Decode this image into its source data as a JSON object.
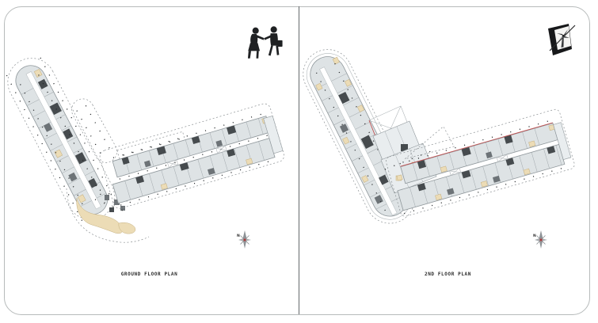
{
  "window": {
    "background": "#ffffff",
    "card_border": "#b7bbbb",
    "divider_color": "#65696b"
  },
  "colors": {
    "plan_fill": "#dee3e5",
    "plan_fill_light": "#e9edef",
    "plan_stroke": "#8f979b",
    "dashed_stroke": "#8b9093",
    "core_dark": "#464b4e",
    "core_mid": "#6d7377",
    "beige_fill": "#ecdcb6",
    "beige_stroke": "#c5b080",
    "dot_color": "#26292b",
    "red_accent": "#c24646",
    "icon_black": "#1f2123",
    "caption_color": "#2b2b2b",
    "compass_gray": "#8d9296",
    "compass_red": "#a43c3c",
    "background": "#ffffff",
    "card_border": "#b7bbbb",
    "divider_color": "#65696b"
  },
  "panels": [
    {
      "id": "ground-floor",
      "caption": "GROUND FLOOR PLAN",
      "corner_icon": "two-people-icon",
      "compass_label": "N"
    },
    {
      "id": "second-floor",
      "caption": "2ND FLOOR PLAN",
      "corner_icon": "windmill-logo-icon",
      "compass_label": "N"
    }
  ]
}
